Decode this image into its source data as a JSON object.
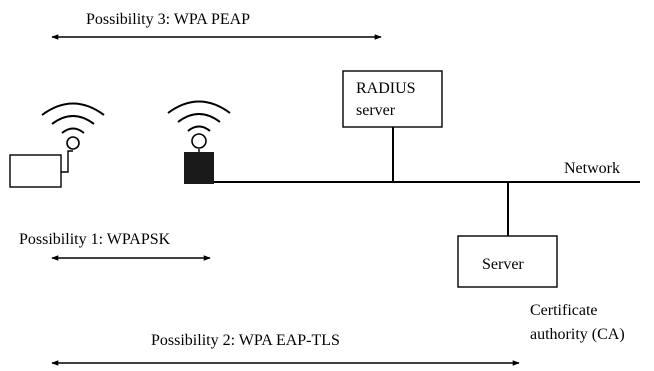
{
  "possibilities": {
    "p3": "Possibility 3: WPA PEAP",
    "p1": "Possibility 1: WPAPSK",
    "p2": "Possibility 2: WPA EAP-TLS"
  },
  "radius_server": {
    "line1": "RADIUS",
    "line2": "server"
  },
  "network_label": "Network",
  "server_label": "Server",
  "certificate_authority": {
    "line1": "Certificate",
    "line2": "authority (CA)"
  }
}
